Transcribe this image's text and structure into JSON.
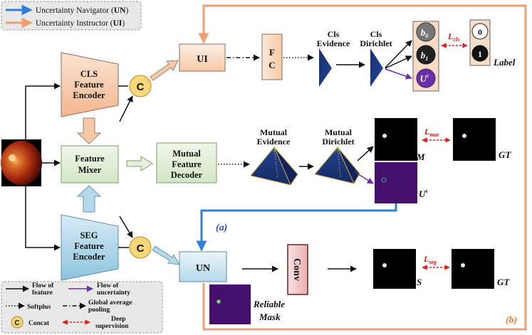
{
  "legend_top": {
    "navigator_label": "Uncertainty Navigator",
    "navigator_abbr": "UN",
    "instructor_label": "Uncertainty Instructor",
    "instructor_abbr": "UI",
    "navigator_color": "#2e7fd6",
    "instructor_color": "#f0a070"
  },
  "blocks": {
    "cls_encoder": [
      "CLS",
      "Feature",
      "Encoder"
    ],
    "feature_mixer": [
      "Feature",
      "Mixer"
    ],
    "seg_encoder": [
      "SEG",
      "Feature",
      "Encoder"
    ],
    "mutual_decoder": [
      "Mutual",
      "Feature",
      "Decoder"
    ],
    "ui": "UI",
    "un": "UN",
    "fc": [
      "F",
      "C"
    ],
    "conv": "Conv",
    "concat": "C"
  },
  "labels": {
    "cls_evidence": [
      "Cls",
      "Evidence"
    ],
    "cls_dirichlet": [
      "Cls",
      "Dirichlet"
    ],
    "mutual_evidence": [
      "Mutual",
      "Evidence"
    ],
    "mutual_dirichlet": [
      "Mutual",
      "Dirichlet"
    ],
    "b0": "b",
    "b0_sub": "0",
    "b1": "b",
    "b1_sub": "1",
    "uc": "U",
    "uc_sup": "c",
    "label0": "0",
    "label1": "1",
    "label_text": "Label",
    "l_cls": "L",
    "l_cls_sub": "cls",
    "l_mut": "L",
    "l_mut_sub": "mut",
    "l_seg": "L",
    "l_seg_sub": "seg",
    "m": "M",
    "gt1": "GT",
    "gt2": "GT",
    "us": "U",
    "us_sup": "s",
    "s": "S",
    "reliable_mask": [
      "Reliable",
      "Mask"
    ],
    "part_a": "(a)",
    "part_b": "(b)"
  },
  "legend_bottom": {
    "flow_feature": [
      "Flow of",
      "feature"
    ],
    "flow_uncertainty": [
      "Flow of",
      "uncertainty"
    ],
    "softplus": "Softplus",
    "gap": [
      "Global average",
      "pooling"
    ],
    "concat": "Concat",
    "deep_sup": [
      "Deep",
      "supervision"
    ]
  },
  "colors": {
    "cls_block": "#f6c9a6",
    "seg_block": "#a9d2e6",
    "mixer_block": "#dcebd0",
    "concat_fill": "#f8d77a",
    "uncertainty_purple": "#6b2fa8",
    "deep_supervision_red": "#e02020",
    "orange_path": "#f0a070",
    "blue_path": "#2e7fd6"
  }
}
